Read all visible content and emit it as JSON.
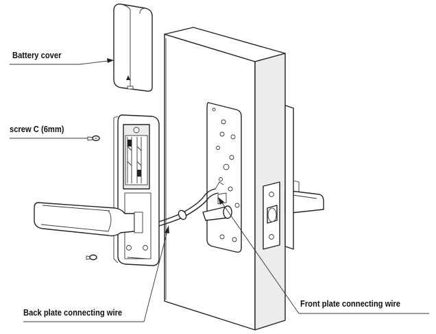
{
  "labels": {
    "battery_cover": "Battery cover",
    "screw_c": "screw C (6mm)",
    "back_plate_wire": "Back plate connecting wire",
    "front_plate_wire": "Front plate connecting wire"
  },
  "colors": {
    "line": "#222222",
    "background": "#ffffff",
    "shade": "#ececec"
  }
}
